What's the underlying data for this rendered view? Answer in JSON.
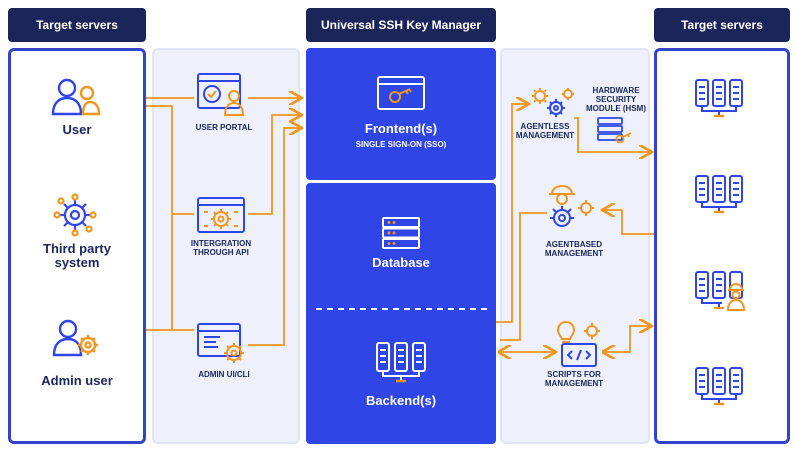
{
  "headers": {
    "left_target": "Target servers",
    "center": "Universal SSH Key Manager",
    "right_target": "Target servers"
  },
  "left_users": {
    "user": "User",
    "third_party": "Third party system",
    "admin": "Admin user"
  },
  "access_points": {
    "user_portal": "USER PORTAL",
    "integration_api": "INTERGRATION THROUGH API",
    "admin_ui": "ADMIN UI/CLI"
  },
  "core": {
    "frontend": "Frontend(s)",
    "sso": "SINGLE SIGN-ON (SSO)",
    "database": "Database",
    "backend": "Backend(s)"
  },
  "management": {
    "agentless": "AGENTLESS MANAGEMENT",
    "hsm": "HARDWARE SECURITY MODULE (HSM)",
    "agentbased": "AGENTBASED MANAGEMENT",
    "scripts": "SCRIPTS FOR MANAGEMENT"
  },
  "colors": {
    "navy": "#1b2559",
    "blue": "#2f45e6",
    "orange": "#f0961e",
    "light": "#eef1fb"
  },
  "icons": [
    "users-icon",
    "gear-network-icon",
    "admin-gear-icon",
    "browser-user-icon",
    "browser-gear-icon",
    "terminal-gear-icon",
    "key-window-icon",
    "database-icon",
    "server-rack-icon",
    "hsm-key-icon",
    "worker-gear-icon",
    "script-bulb-icon"
  ]
}
